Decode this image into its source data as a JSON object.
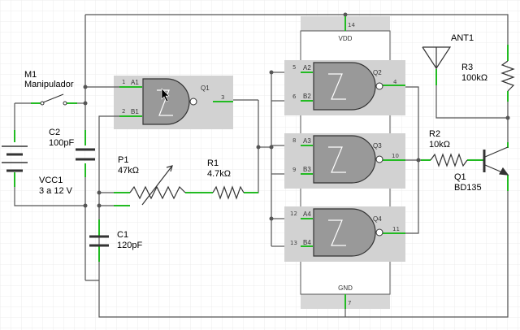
{
  "components": {
    "m1": {
      "ref": "M1",
      "name": "Manipulador"
    },
    "c2": {
      "ref": "C2",
      "value": "100pF"
    },
    "vcc1": {
      "ref": "VCC1",
      "value": "3 a 12 V"
    },
    "p1": {
      "ref": "P1",
      "value": "47kΩ"
    },
    "r1": {
      "ref": "R1",
      "value": "4.7kΩ"
    },
    "c1": {
      "ref": "C1",
      "value": "120pF"
    },
    "r2": {
      "ref": "R2",
      "value": "10kΩ"
    },
    "q1": {
      "ref": "Q1",
      "value": "BD135"
    },
    "r3": {
      "ref": "R3",
      "value": "100kΩ"
    },
    "ant1": {
      "ref": "ANT1"
    }
  },
  "ic": {
    "vdd": "VDD",
    "gnd": "GND",
    "pin_vdd": "14",
    "pin_gnd": "7",
    "gates": [
      {
        "out": "Q1",
        "in_a": "A1",
        "in_b": "B1",
        "pin_a": "1",
        "pin_b": "2",
        "pin_out": "3"
      },
      {
        "out": "Q2",
        "in_a": "A2",
        "in_b": "B2",
        "pin_a": "5",
        "pin_b": "6",
        "pin_out": "4"
      },
      {
        "out": "Q3",
        "in_a": "A3",
        "in_b": "B3",
        "pin_a": "8",
        "pin_b": "9",
        "pin_out": "10"
      },
      {
        "out": "Q4",
        "in_a": "A4",
        "in_b": "B4",
        "pin_a": "12",
        "pin_b": "13",
        "pin_out": "11"
      }
    ]
  },
  "colors": {
    "wire": "#555555",
    "pin_stub": "#22bb22",
    "ic_body": "#cccccc",
    "gate_fill": "#999999",
    "grid": "#e8e8e8"
  }
}
